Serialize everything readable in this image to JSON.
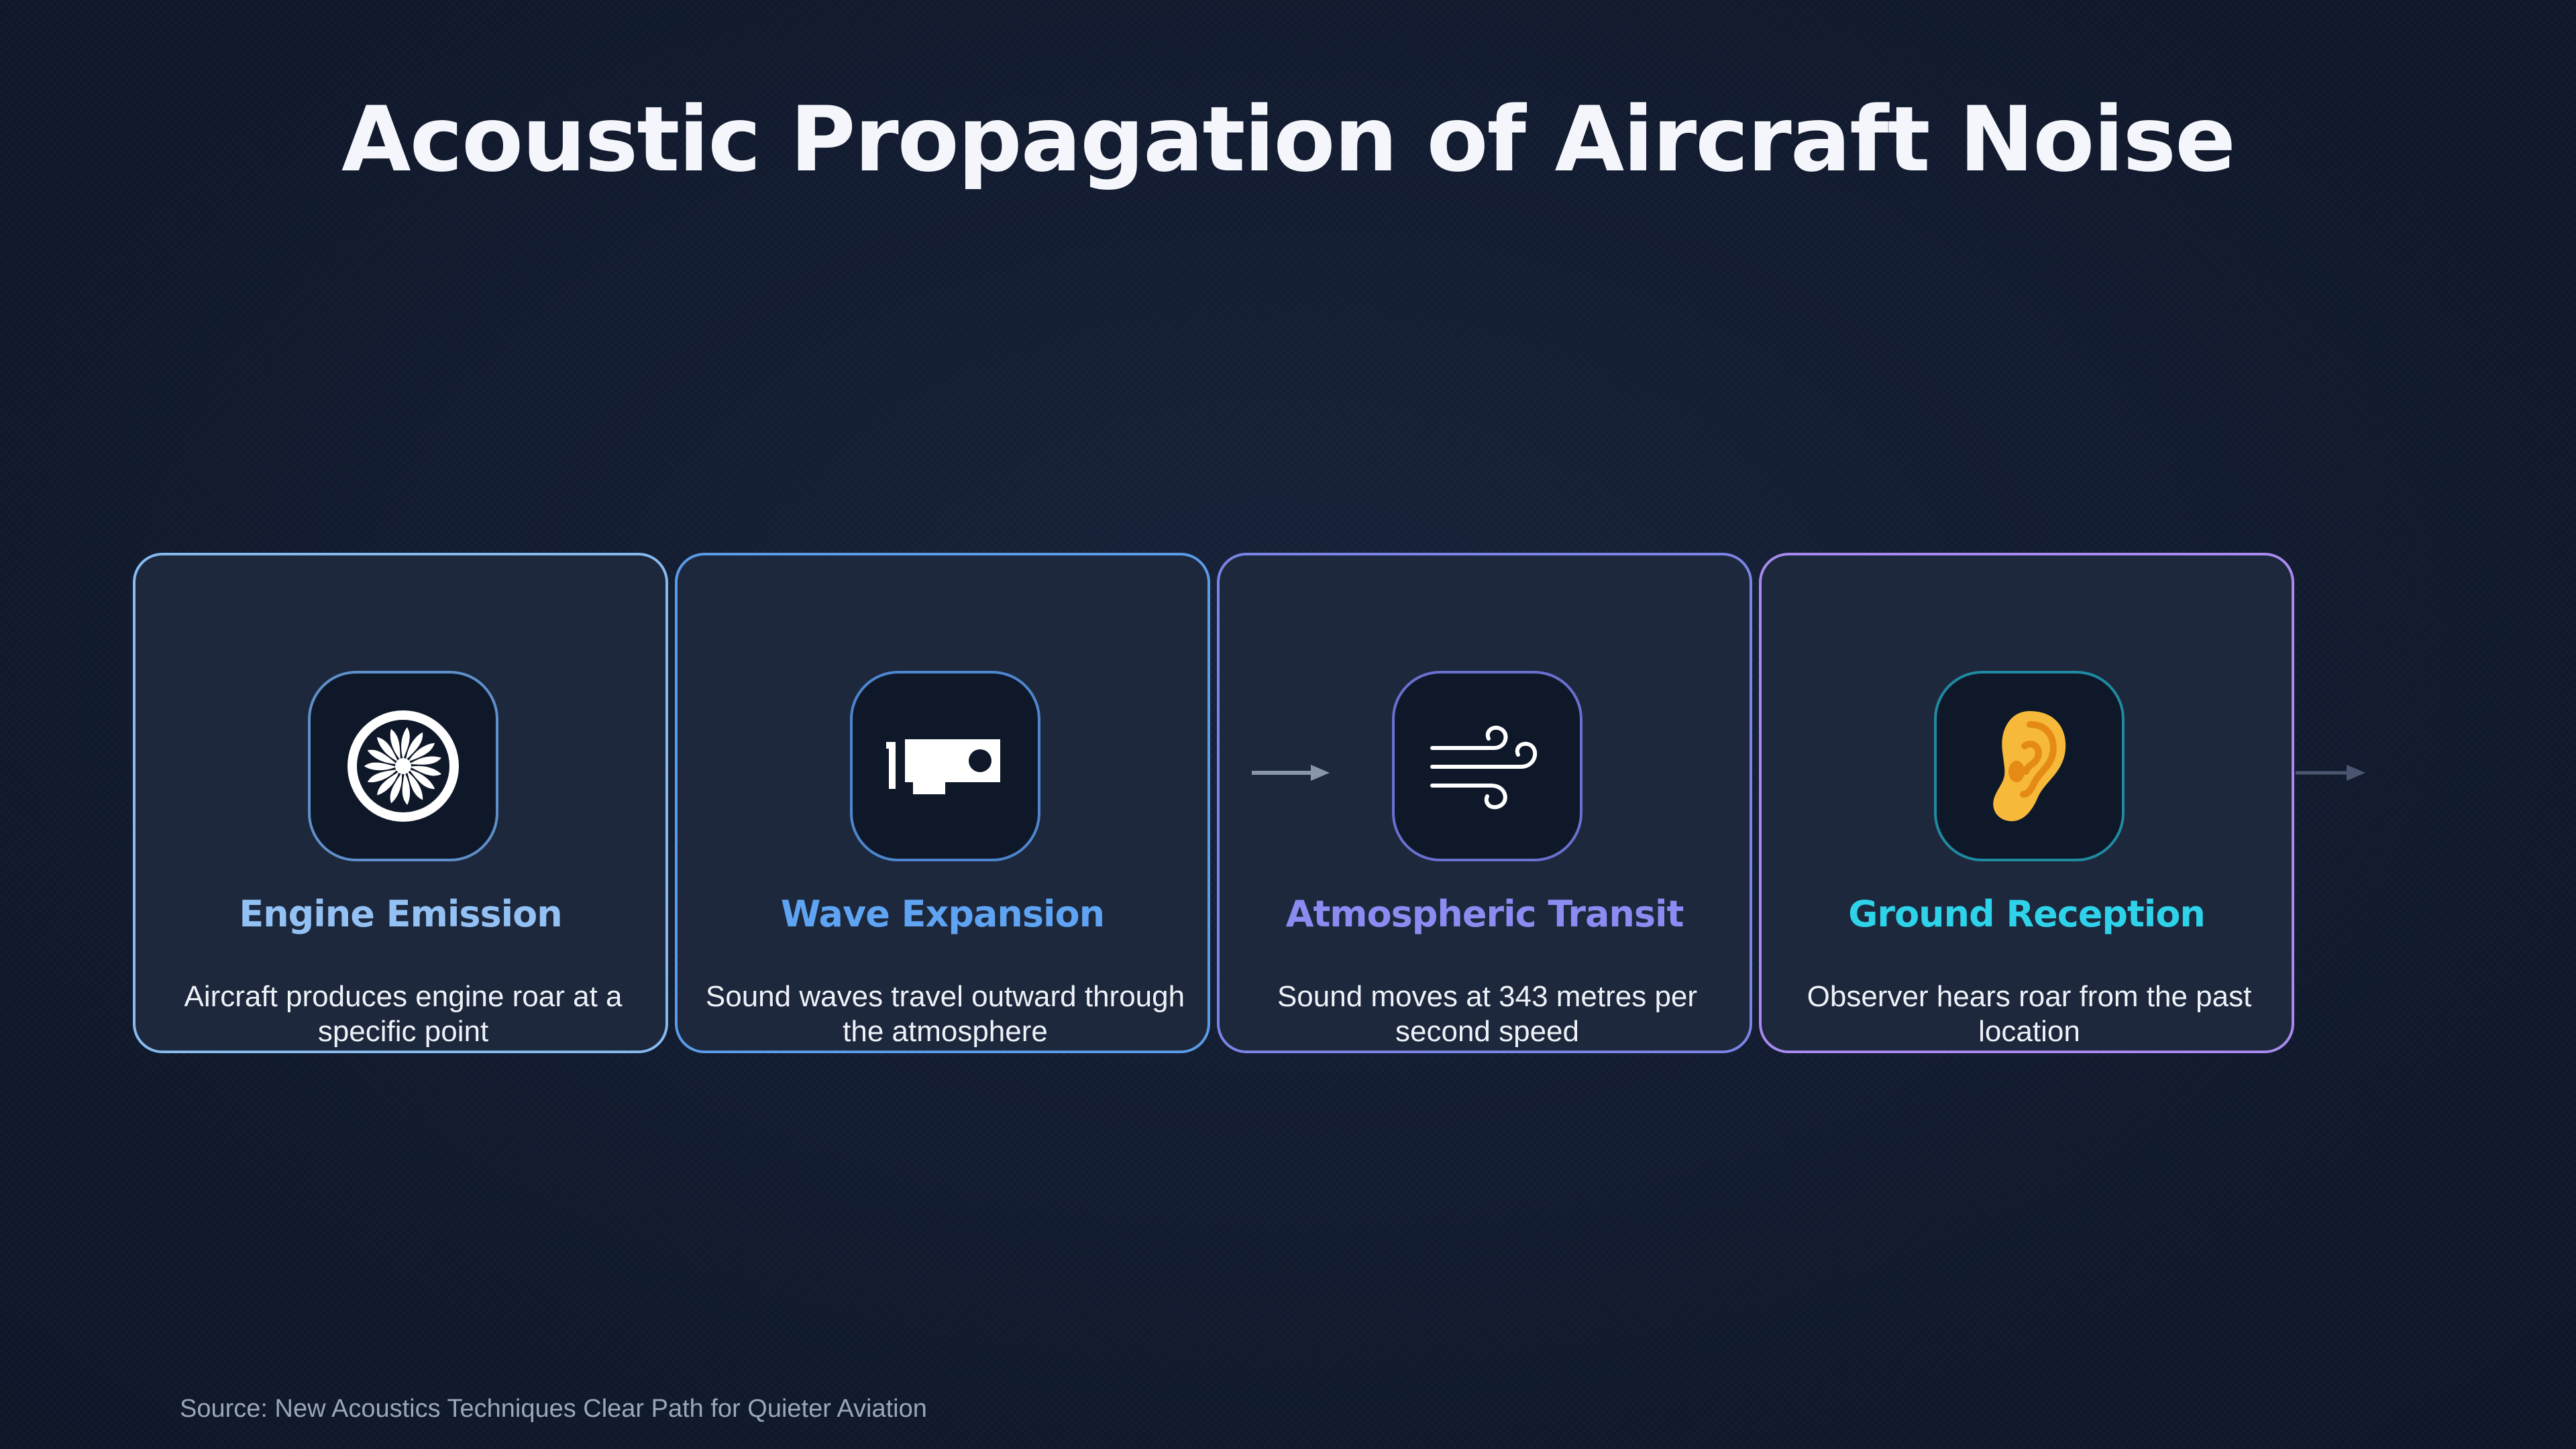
{
  "title": "Acoustic Propagation of Aircraft Noise",
  "steps": [
    {
      "title": "Engine Emission",
      "description": "Aircraft produces engine roar at a specific point",
      "icon": "turbine-fan-icon",
      "color": "#93c1f4"
    },
    {
      "title": "Wave Expansion",
      "description": "Sound waves travel outward through the atmosphere",
      "icon": "sound-card-icon",
      "color": "#5ea4f2"
    },
    {
      "title": "Atmospheric Transit",
      "description": "Sound moves at 343 metres per second speed",
      "icon": "wind-icon",
      "color": "#8a8cf2"
    },
    {
      "title": "Ground Reception",
      "description": "Observer hears roar from the past location",
      "icon": "ear-icon",
      "color": "#2ed3ea"
    }
  ],
  "source": "Source: New Acoustics Techniques Clear Path for Quieter Aviation"
}
